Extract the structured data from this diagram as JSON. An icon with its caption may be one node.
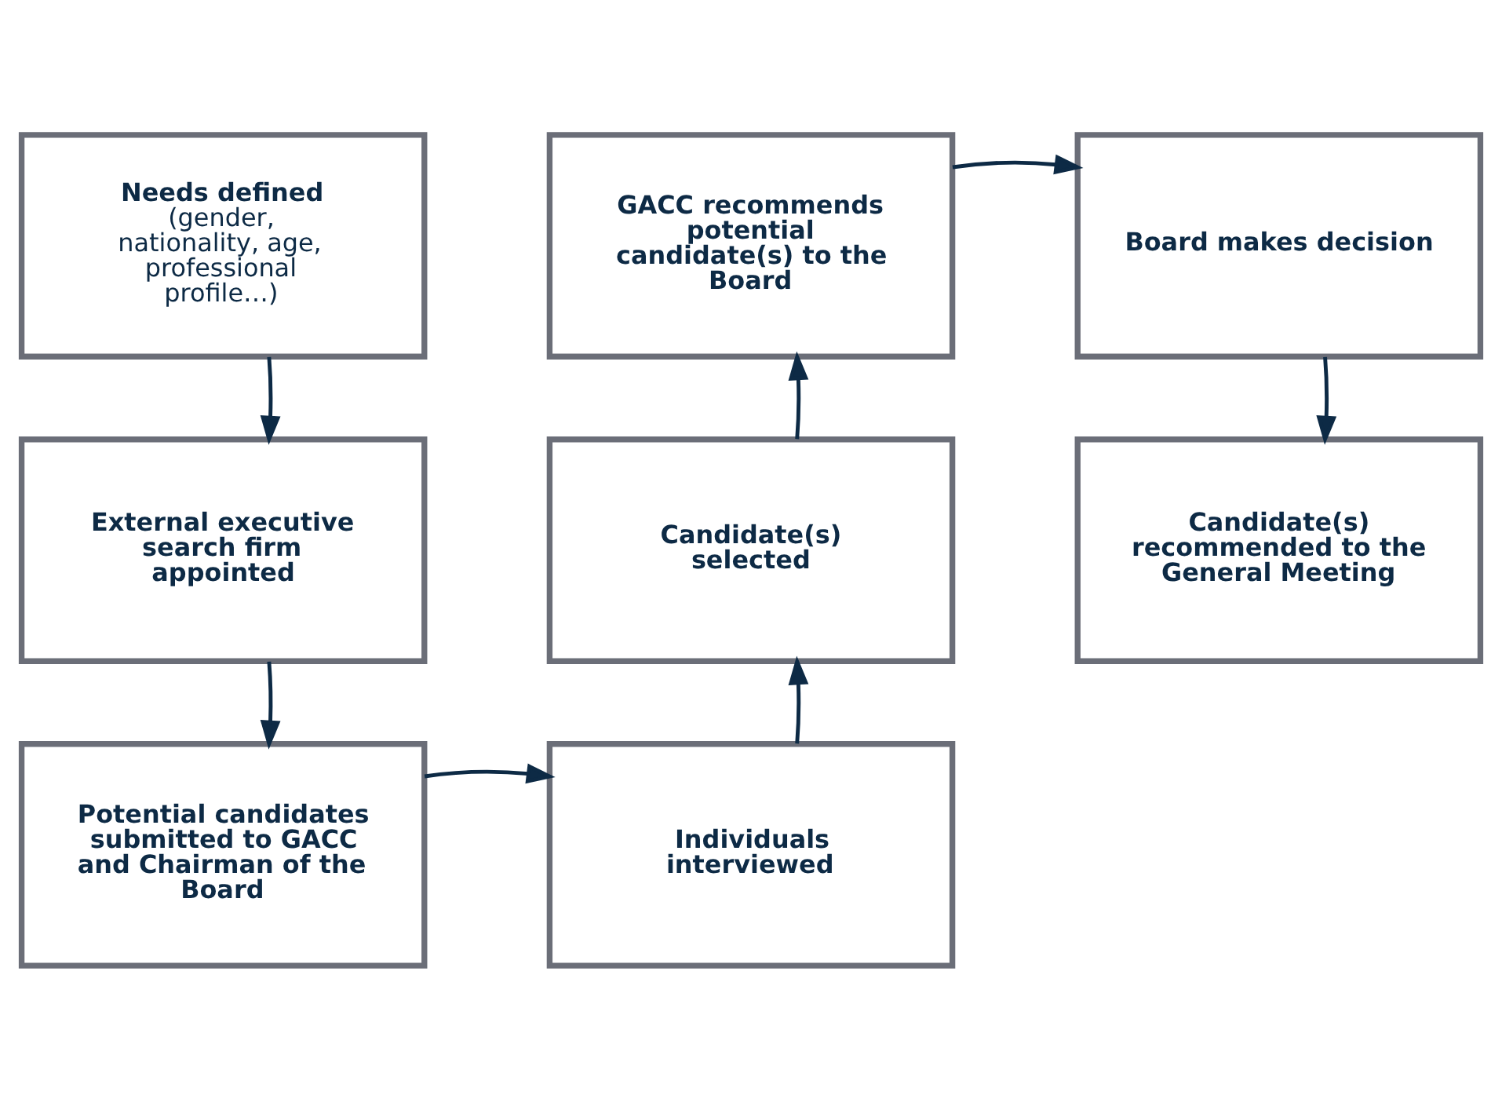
{
  "diagram": {
    "nodes": [
      {
        "text": [
          "Needs defined",
          "(gender, nationality, age, professional profile…)"
        ]
      },
      {
        "text": [
          "External executive search firm appointed"
        ]
      },
      {
        "text": [
          "Potential candidates submitted to GACC and Chairman of the Board"
        ]
      },
      {
        "text": [
          "Individuals interviewed"
        ]
      },
      {
        "text": [
          "Candidate(s) selected"
        ]
      },
      {
        "text": [
          "GACC recommends potential candidate(s) to the Board"
        ]
      },
      {
        "text": [
          "Board makes decision"
        ]
      },
      {
        "text": [
          "Candidate(s) recommended to the General Meeting"
        ]
      }
    ],
    "edges": [
      {
        "from": 0,
        "to": 1,
        "arrow": "to"
      },
      {
        "from": 1,
        "to": 2,
        "arrow": "to"
      },
      {
        "from": 2,
        "to": 3,
        "arrow": "to"
      },
      {
        "from": 3,
        "to": 4,
        "arrow": "to"
      },
      {
        "from": 4,
        "to": 5,
        "arrow": "to"
      },
      {
        "from": 5,
        "to": 6,
        "arrow": "to"
      },
      {
        "from": 6,
        "to": 7,
        "arrow": "to"
      }
    ]
  }
}
